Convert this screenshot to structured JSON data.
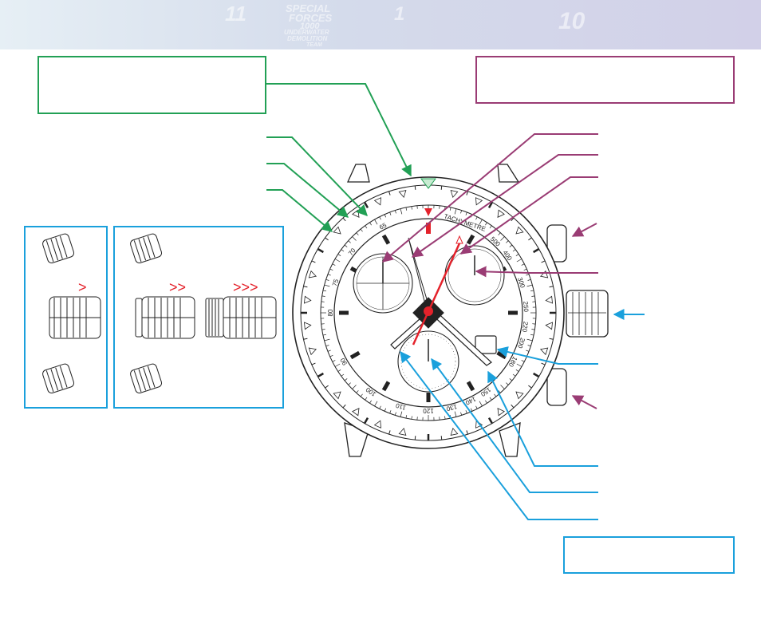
{
  "banner": {
    "lines": [
      "SPECIAL",
      "FORCES",
      "1000",
      "UNDERWATER",
      "DEMOLITION",
      "TEAM"
    ],
    "numerals": [
      "11",
      "1",
      "10"
    ]
  },
  "dial": {
    "brand_text": "TACHYMETRE",
    "tachymeter_scale": [
      "65",
      "70",
      "75",
      "80",
      "90",
      "100",
      "110",
      "120",
      "130",
      "140",
      "150",
      "180",
      "200",
      "220",
      "250",
      "300",
      "400",
      "500"
    ]
  },
  "colors": {
    "green": "#22a055",
    "purple": "#9a3c74",
    "blue": "#1aa0dc",
    "red": "#e4222b",
    "ink": "#222222"
  },
  "crown_panels": {
    "panel_1": {
      "step_marks": ">"
    },
    "panel_2": {
      "step_marks": [
        ">>",
        ">>>"
      ]
    }
  }
}
